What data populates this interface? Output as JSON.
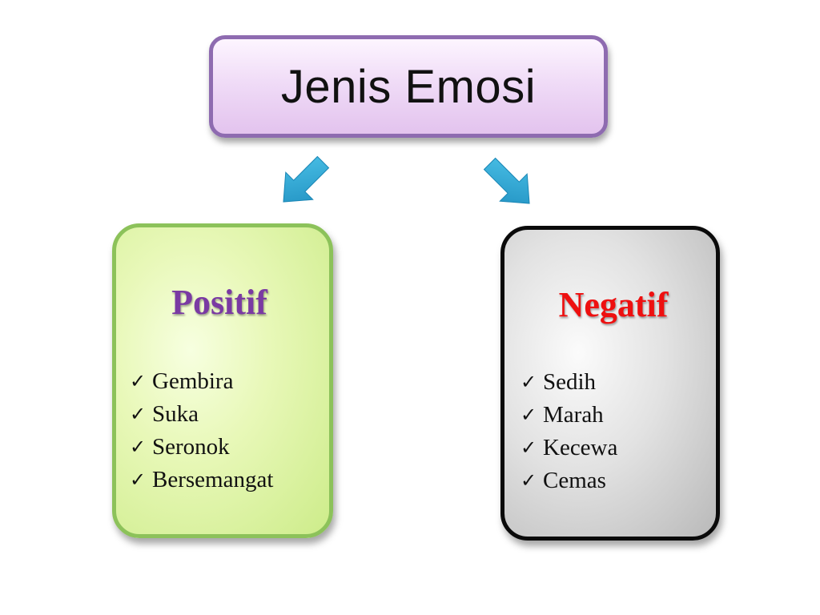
{
  "title": "Jenis Emosi",
  "colors": {
    "title_border": "#8e6bb0",
    "arrow": "#2aa7d4",
    "positive_border": "#8cc25a",
    "positive_heading": "#7a3aa3",
    "negative_border": "#0a0a0a",
    "negative_heading": "#ee1010"
  },
  "icons": {
    "arrow_left": "arrow-down-left-icon",
    "arrow_right": "arrow-down-right-icon",
    "check": "checkmark-icon"
  },
  "positive": {
    "heading": "Positif",
    "items": [
      "Gembira",
      "Suka",
      "Seronok",
      "Bersemangat"
    ]
  },
  "negative": {
    "heading": "Negatif",
    "items": [
      "Sedih",
      "Marah",
      "Kecewa",
      "Cemas"
    ]
  }
}
